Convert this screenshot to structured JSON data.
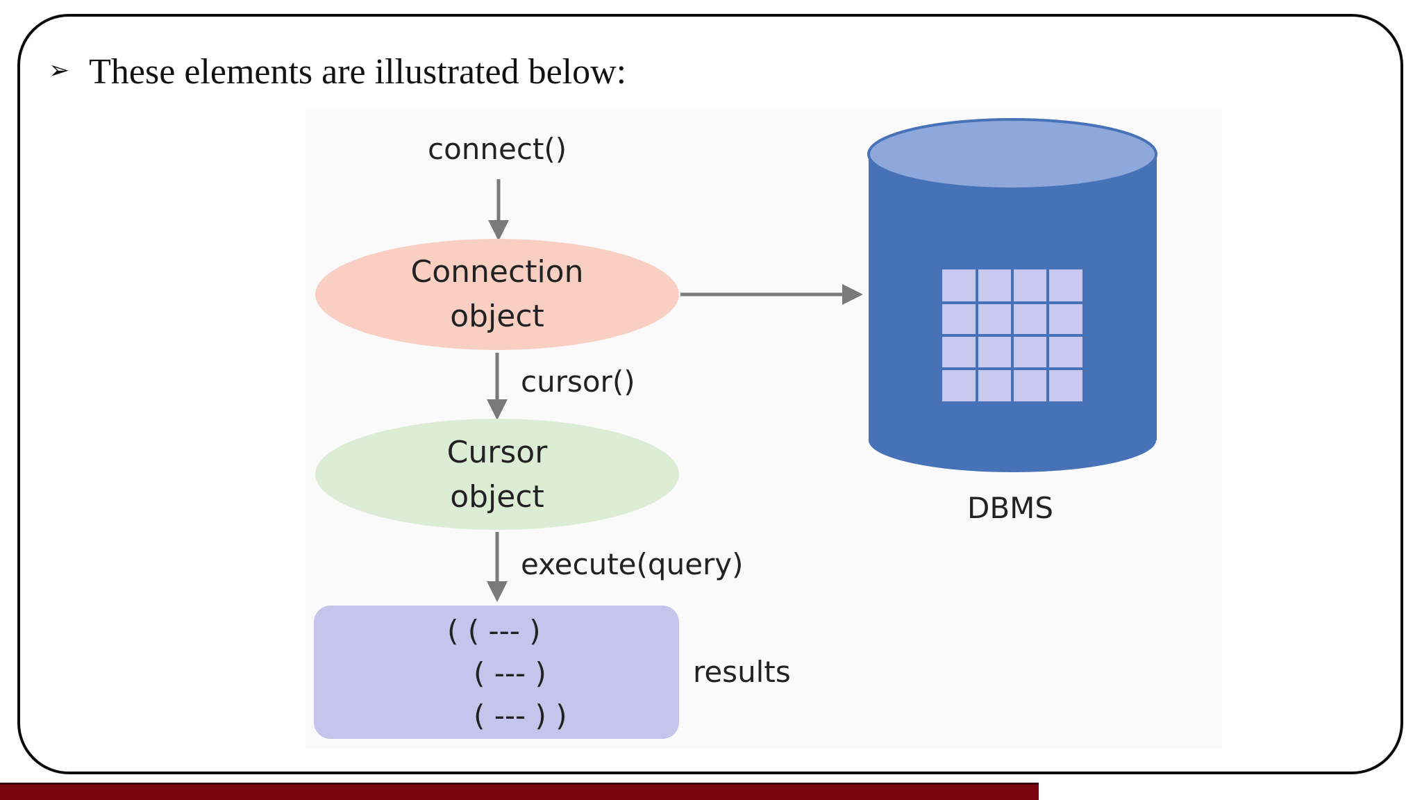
{
  "bullet": {
    "icon": "arrowhead-bullet-icon",
    "glyph": "➢",
    "text": "These elements are illustrated below:"
  },
  "diagram": {
    "connect_label": "connect()",
    "connection_node": [
      "Connection",
      "object"
    ],
    "cursor_label": "cursor()",
    "cursor_node": [
      "Cursor",
      "object"
    ],
    "execute_label": "execute(query)",
    "results_rows": [
      "( ( --- )",
      "( --- )",
      "( --- ) )"
    ],
    "results_label": "results",
    "dbms_label": "DBMS"
  },
  "colors": {
    "connection_fill": "#f9cfc3",
    "cursor_fill": "#dcedd6",
    "results_fill": "#c4c4ec",
    "dbms_body": "#4772b8",
    "dbms_top": "#8fa8dc",
    "dbms_grid": "#c9c9ef",
    "arrow": "#7a7a7a",
    "footer_bar": "#7a0410"
  }
}
